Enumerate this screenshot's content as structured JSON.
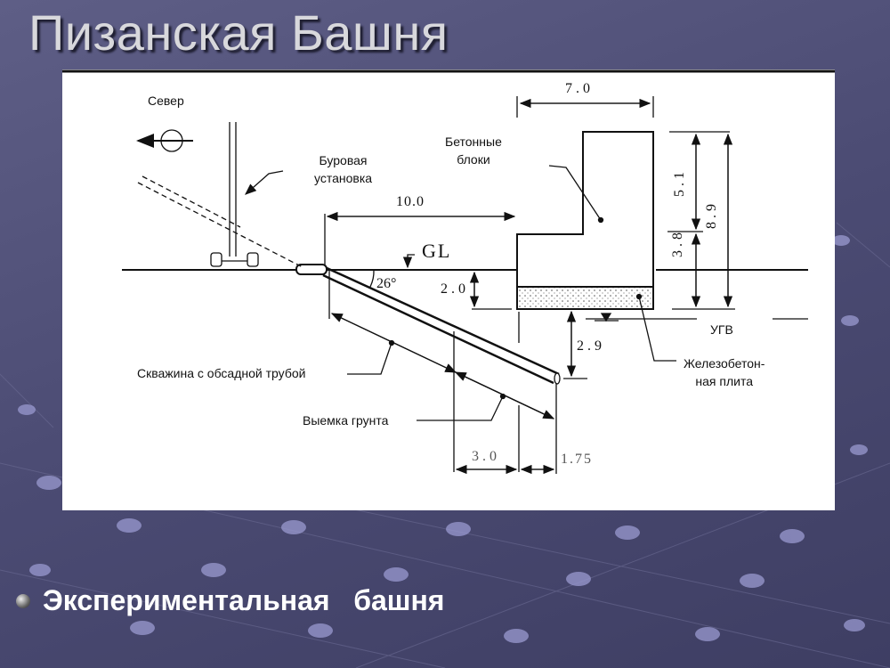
{
  "slide": {
    "title": "Пизанская Башня",
    "bullet": "Экспериментальная   башня"
  },
  "diagram": {
    "north": "Север",
    "rig": "Буровая\nустановка",
    "blocks": "Бетонные\nблоки",
    "slab": "Железобетон-\nная плита",
    "gw": "УГВ",
    "gl": "GL",
    "angle": "26°",
    "borehole": "Скважина с обсадной трубой",
    "excavation": "Выемка грунта",
    "dims": {
      "d70": "7.0",
      "d100": "10.0",
      "d20": "2.0",
      "d29": "2.9",
      "d51": "5.1",
      "d38": "3.8",
      "d89": "8.9",
      "d30": "3.0",
      "d175": "1.75"
    }
  },
  "colors": {
    "background": "#4b4b73",
    "panel": "#ffffff",
    "title": "#d8d8dc"
  }
}
